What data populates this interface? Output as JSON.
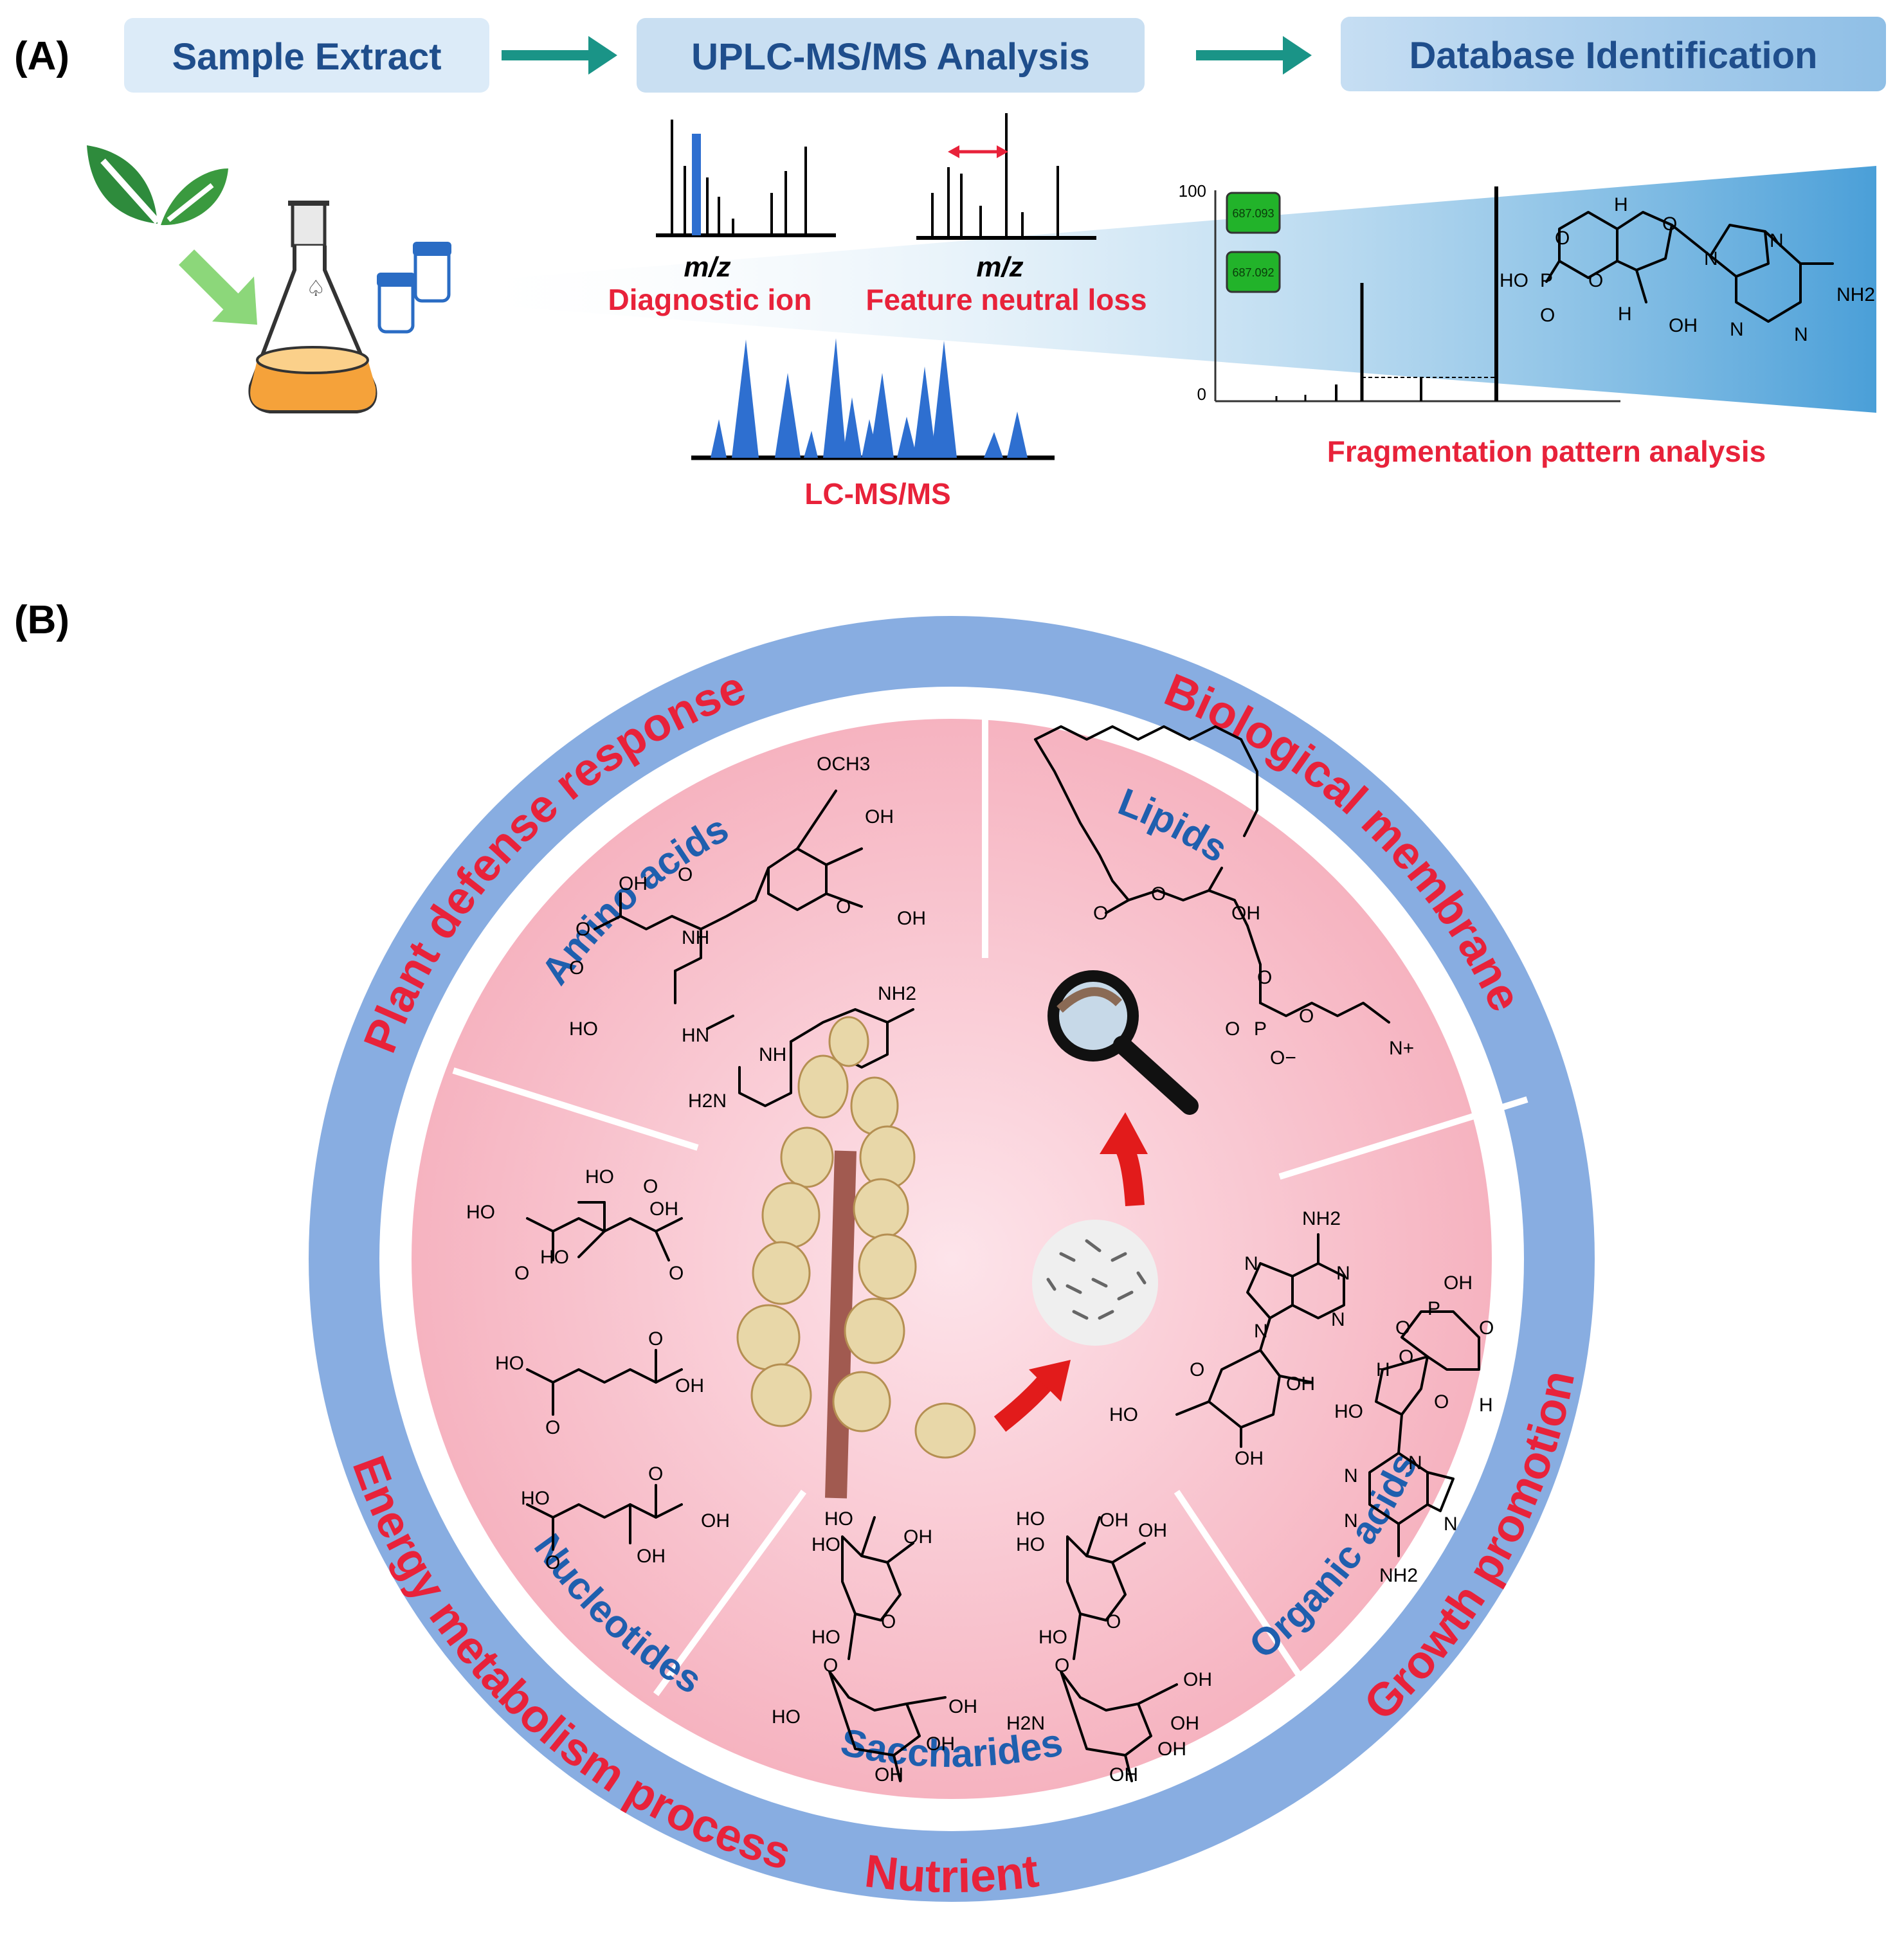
{
  "panel_a": {
    "label": "(A)",
    "steps": [
      "Sample Extract",
      "UPLC-MS/MS Analysis",
      "Database Identification"
    ],
    "mz_left": "m/z",
    "mz_right": "m/z",
    "diagnostic_ion": "Diagnostic ion",
    "neutral_loss": "Feature neutral loss",
    "lcms": "LC-MS/MS",
    "frag": "Fragmentation pattern analysis",
    "spec_100": "100",
    "spec_0": "0",
    "green_box_1": "687.093",
    "green_box_2": "687.092"
  },
  "panel_b": {
    "label": "(B)",
    "outer_labels": {
      "plant_defense": "Plant defense response",
      "bio_membrane": "Biological membrane",
      "energy": "Energy metabolism process",
      "nutrient": "Nutrient",
      "growth": "Growth promotion"
    },
    "inner_labels": {
      "amino": "Amino acids",
      "lipids": "Lipids",
      "nucleotides": "Nucleotides",
      "saccharides": "Saccharides",
      "organic": "Organic acids"
    },
    "chem_labels": {
      "och3": "OCH3",
      "oh": "OH",
      "ho": "HO",
      "o": "O",
      "nh": "NH",
      "nh2": "NH2",
      "h2n": "H2N",
      "hn": "HN",
      "n": "N",
      "p": "P",
      "h": "H",
      "nplus": "N+",
      "ominus": "O−"
    }
  },
  "colors": {
    "step_box": "#ddeaf7",
    "step_box_dark": "#a9cdea",
    "step_text": "#1f4e8c",
    "arrow": "#1a9487",
    "red": "#e8223a",
    "blue_label": "#1f5fae",
    "ring": "#87aee0",
    "pink": "#f7b8c3",
    "peak": "#2e6fd0",
    "flask_orange": "#f5a23a",
    "leaf_green": "#2e8b3c"
  }
}
